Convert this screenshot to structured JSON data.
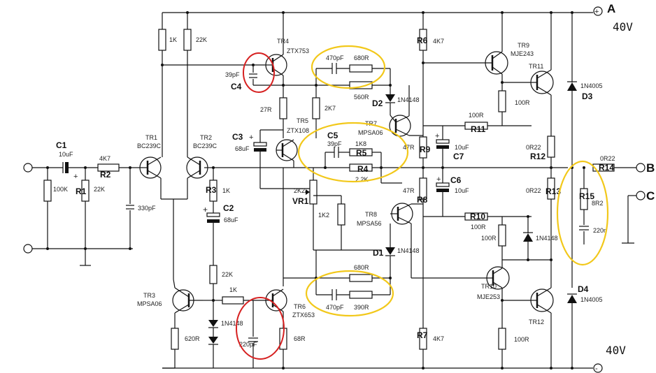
{
  "terminals": {
    "a": {
      "letter": "A",
      "symbol": "+"
    },
    "b": {
      "letter": "B"
    },
    "c": {
      "letter": "C"
    },
    "neg": {
      "symbol": "-"
    }
  },
  "rails": {
    "top_voltage": "40V",
    "bottom_voltage": "40V"
  },
  "components": {
    "c1": {
      "ref": "C1",
      "value": "10uF"
    },
    "r1": {
      "ref": "R1",
      "value": "22K"
    },
    "r_in": {
      "value": "100K"
    },
    "r2": {
      "ref": "R2",
      "value": "4K7"
    },
    "c_330": {
      "value": "330pF"
    },
    "tr1": {
      "ref": "TR1",
      "part": "BC239C"
    },
    "tr2": {
      "ref": "TR2",
      "part": "BC239C"
    },
    "r_1k_top": {
      "value": "1K"
    },
    "r_22k_top": {
      "value": "22K"
    },
    "r3": {
      "ref": "R3",
      "value": "1K"
    },
    "c2": {
      "ref": "C2",
      "value": "68uF"
    },
    "tr3": {
      "ref": "TR3",
      "part": "MPSA06"
    },
    "r_620": {
      "value": "620R"
    },
    "r_22k_low": {
      "value": "22K"
    },
    "r_1k_low": {
      "value": "1K"
    },
    "d_low": {
      "value": "1N4148"
    },
    "c_220": {
      "value": "220pF"
    },
    "tr4": {
      "ref": "TR4",
      "part": "ZTX753"
    },
    "c4": {
      "ref": "C4",
      "value": "39pF"
    },
    "r_27r": {
      "value": "27R"
    },
    "tr5": {
      "ref": "TR5",
      "part": "ZTX108"
    },
    "r_2k7": {
      "value": "2K7"
    },
    "c3": {
      "ref": "C3",
      "value": "68uF"
    },
    "vr1": {
      "ref": "VR1",
      "value": "2K2"
    },
    "r_1k2": {
      "value": "1K2"
    },
    "tr6": {
      "ref": "TR6",
      "part": "ZTX653"
    },
    "r_68r": {
      "value": "68R"
    },
    "top_cap": {
      "value": "470pF"
    },
    "top_r1": {
      "value": "680R"
    },
    "top_r2": {
      "value": "560R"
    },
    "c5": {
      "ref": "C5",
      "value": "39pF"
    },
    "r5": {
      "ref": "R5",
      "value": "1K8"
    },
    "r4": {
      "ref": "R4",
      "value": "2.2K"
    },
    "bot_r1": {
      "value": "680R"
    },
    "bot_cap": {
      "value": "470pF"
    },
    "bot_r2": {
      "value": "390R"
    },
    "d2": {
      "ref": "D2",
      "value": "1N4148"
    },
    "d1": {
      "ref": "D1",
      "value": "1N4148"
    },
    "tr7": {
      "ref": "TR7",
      "part": "MPSA06"
    },
    "tr8": {
      "ref": "TR8",
      "part": "MPSA56"
    },
    "r6": {
      "ref": "R6",
      "value": "4K7"
    },
    "r7": {
      "ref": "R7",
      "value": "4K7"
    },
    "r9": {
      "ref": "R9",
      "value": "47R"
    },
    "r8": {
      "ref": "R8",
      "value": "47R"
    },
    "c7": {
      "ref": "C7",
      "value": "10uF"
    },
    "c6": {
      "ref": "C6",
      "value": "10uF"
    },
    "tr9": {
      "ref": "TR9",
      "part": "MJE243"
    },
    "tr10": {
      "ref": "TR10",
      "part": "MJE253"
    },
    "tr11": {
      "ref": "TR11"
    },
    "tr12": {
      "ref": "TR12"
    },
    "r_100_top": {
      "value": "100R"
    },
    "r11": {
      "ref": "R11",
      "value": "100R"
    },
    "r10": {
      "ref": "R10",
      "value": "100R"
    },
    "r_100_mid": {
      "value": "100R"
    },
    "d_mid": {
      "value": "1N4148"
    },
    "r_100_bot": {
      "value": "100R"
    },
    "r12": {
      "ref": "R12",
      "value": "0R22"
    },
    "r13": {
      "ref": "R13",
      "value": "0R22"
    },
    "r14": {
      "ref": "R14",
      "value": "0R22"
    },
    "r15": {
      "ref": "R15",
      "value": "8R2"
    },
    "c_zobel": {
      "value": "220n"
    },
    "d3": {
      "ref": "D3",
      "value": "1N4005"
    },
    "d4": {
      "ref": "D4",
      "value": "1N4005"
    }
  },
  "colors": {
    "wire": "#111111",
    "highlight_yellow": "#f2c81a",
    "highlight_red": "#d62020"
  }
}
